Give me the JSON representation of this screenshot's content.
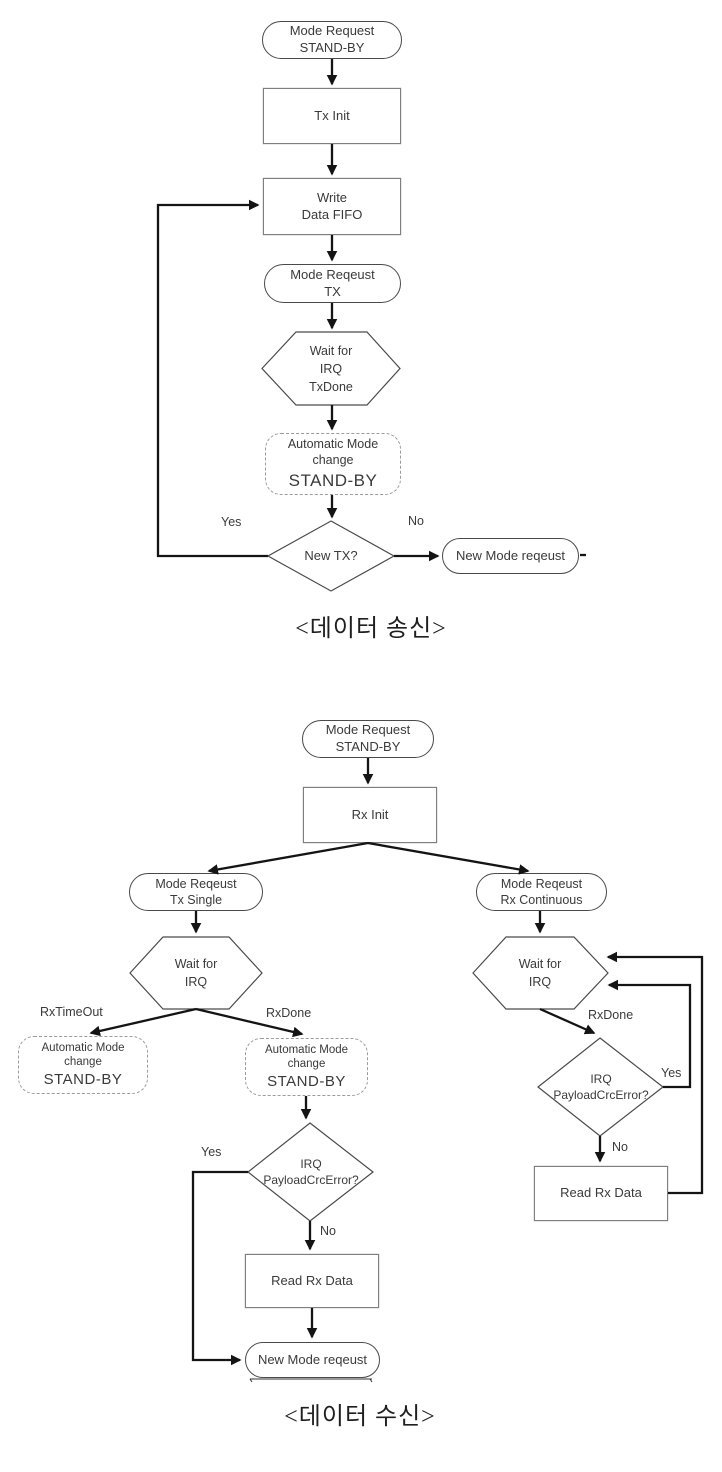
{
  "colors": {
    "background": "#ffffff",
    "connector": "#141414",
    "shape_border": "#4a4a4a",
    "process_border": "#7f7f7f",
    "dashed_border": "#9b9b9b",
    "text": "#3a3a3a"
  },
  "tx_chart": {
    "caption": "<데이터 송신>",
    "nodes": {
      "standby": {
        "type": "stadium",
        "lines": [
          "Mode Request",
          "STAND-BY"
        ]
      },
      "tx_init": {
        "type": "process",
        "lines": [
          "Tx Init"
        ]
      },
      "write_fifo": {
        "type": "process",
        "lines": [
          "Write",
          "Data FIFO"
        ]
      },
      "mode_tx": {
        "type": "stadium",
        "lines": [
          "Mode Reqeust",
          "TX"
        ]
      },
      "wait_irq": {
        "type": "hexagon",
        "lines": [
          "Wait for",
          "IRQ",
          "TxDone"
        ]
      },
      "auto_mode": {
        "type": "dashed",
        "lines": [
          "Automatic Mode",
          "change",
          "STAND-BY"
        ]
      },
      "new_tx": {
        "type": "decision",
        "lines": [
          "New TX?"
        ]
      },
      "new_mode": {
        "type": "stadium",
        "lines": [
          "New Mode reqeust"
        ]
      }
    },
    "edge_labels": {
      "yes": "Yes",
      "no": "No"
    }
  },
  "rx_chart": {
    "caption": "<데이터 수신>",
    "nodes": {
      "standby": {
        "type": "stadium",
        "lines": [
          "Mode Request",
          "STAND-BY"
        ]
      },
      "rx_init": {
        "type": "process",
        "lines": [
          "Rx Init"
        ]
      },
      "mode_tx_single": {
        "type": "stadium",
        "lines": [
          "Mode Reqeust",
          "Tx Single"
        ]
      },
      "mode_rx_cont": {
        "type": "stadium",
        "lines": [
          "Mode Reqeust",
          "Rx Continuous"
        ]
      },
      "wait_irq_left": {
        "type": "hexagon",
        "lines": [
          "Wait for",
          "IRQ"
        ]
      },
      "wait_irq_right": {
        "type": "hexagon",
        "lines": [
          "Wait for",
          "IRQ"
        ]
      },
      "auto_mode_left": {
        "type": "dashed",
        "lines": [
          "Automatic Mode",
          "change",
          "STAND-BY"
        ]
      },
      "auto_mode_mid": {
        "type": "dashed",
        "lines": [
          "Automatic Mode",
          "change",
          "STAND-BY"
        ]
      },
      "crc_mid": {
        "type": "decision",
        "lines": [
          "IRQ",
          "PayloadCrcError?"
        ]
      },
      "crc_right": {
        "type": "decision",
        "lines": [
          "IRQ",
          "PayloadCrcError?"
        ]
      },
      "read_rx_mid": {
        "type": "process",
        "lines": [
          "Read Rx Data"
        ]
      },
      "read_rx_right": {
        "type": "process",
        "lines": [
          "Read Rx Data"
        ]
      },
      "new_mode": {
        "type": "stadium",
        "lines": [
          "New Mode reqeust"
        ]
      }
    },
    "edge_labels": {
      "rx_timeout": "RxTimeOut",
      "rx_done_left": "RxDone",
      "rx_done_right": "RxDone",
      "yes_mid": "Yes",
      "no_mid": "No",
      "yes_right": "Yes",
      "no_right": "No"
    }
  }
}
